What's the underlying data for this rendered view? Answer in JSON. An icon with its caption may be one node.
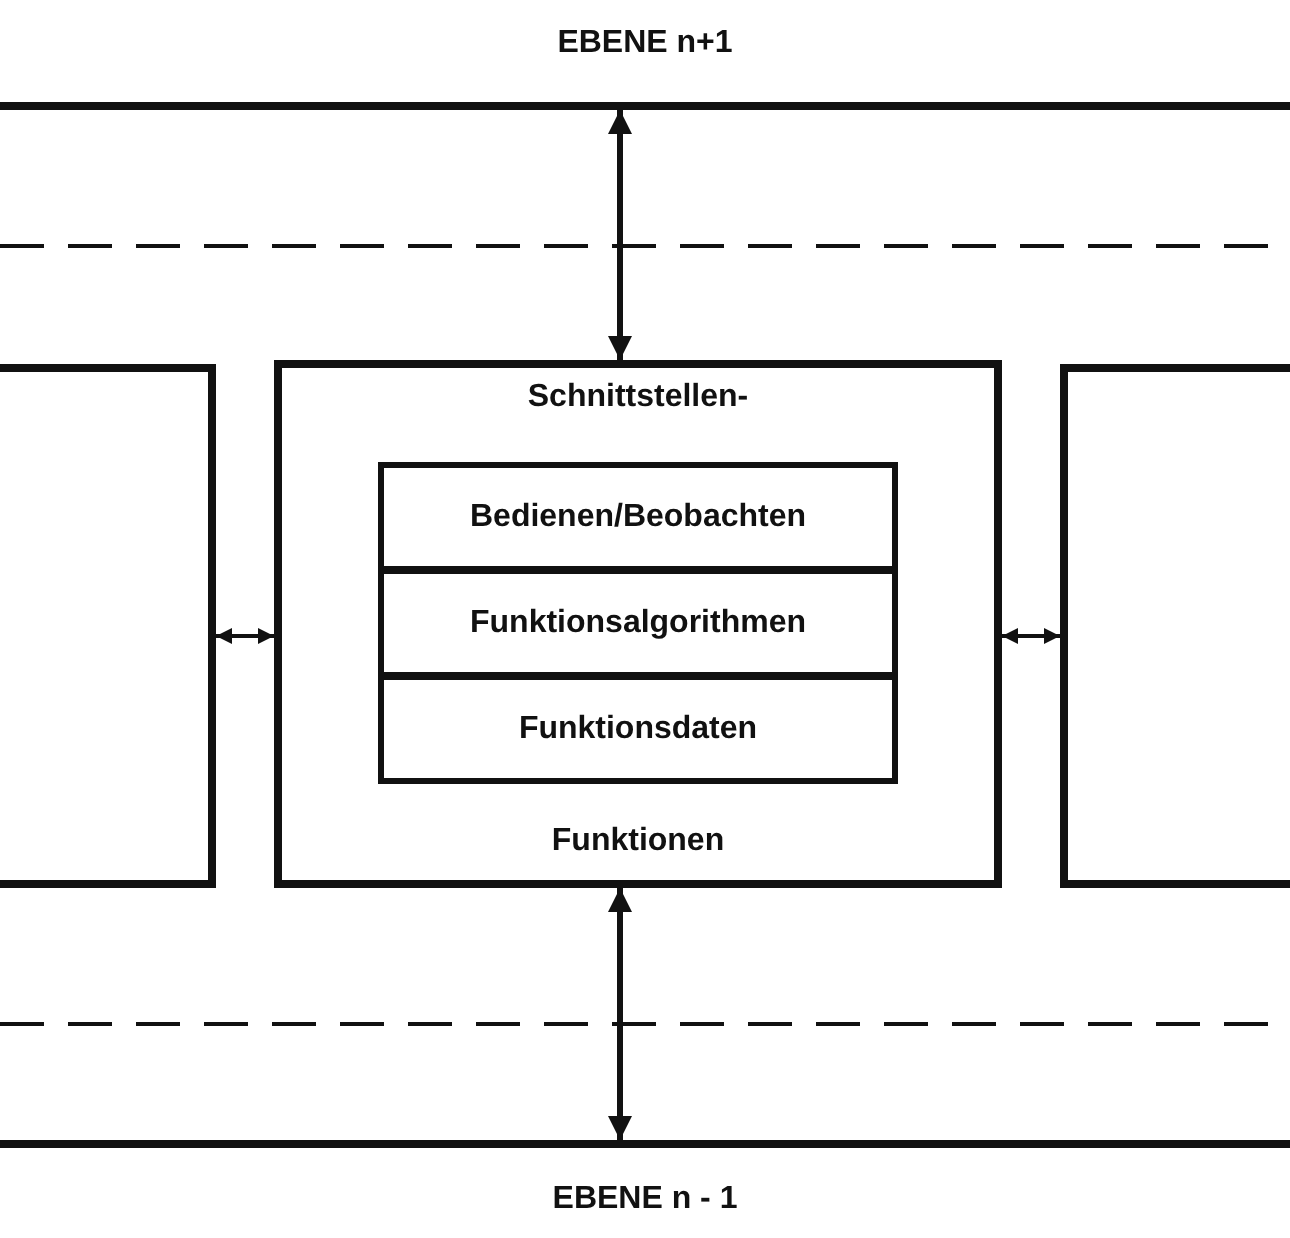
{
  "diagram": {
    "nodes": [
      {
        "text": [
          "EBENE n+1"
        ]
      },
      {
        "text": [],
        "shape": "box"
      },
      {
        "text": [
          "Schnittstellen-",
          "Funktionen"
        ]
      },
      {
        "text": [
          "Bedienen/Beobachten"
        ],
        "in": 2
      },
      {
        "text": [
          "Funktionsalgorithmen"
        ],
        "in": 2
      },
      {
        "text": [
          "Funktionsdaten"
        ],
        "in": 2
      },
      {
        "text": [],
        "shape": "box"
      },
      {
        "text": [
          "EBENE n - 1"
        ]
      }
    ],
    "edges": [
      {
        "from": 0,
        "to": 2,
        "arrow": "both"
      },
      {
        "from": 2,
        "to": 7,
        "arrow": "both"
      },
      {
        "from": 1,
        "to": 2,
        "arrow": "both"
      },
      {
        "from": 2,
        "to": 6,
        "arrow": "both"
      }
    ]
  }
}
